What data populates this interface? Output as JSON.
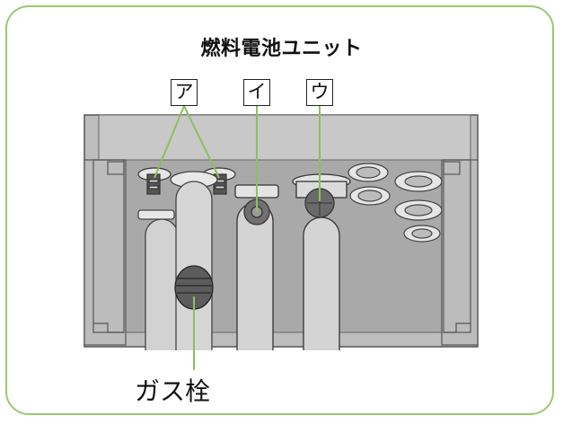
{
  "title": "燃料電池ユニット",
  "labels": {
    "a": "ア",
    "i": "イ",
    "u": "ウ"
  },
  "caption": "ガス栓",
  "colors": {
    "frame_border": "#9bc870",
    "unit_body": "#b3b3b3",
    "unit_dark": "#8d8d8d",
    "pipe": "#cfcfcf",
    "pointer_line": "#8cc05d"
  }
}
